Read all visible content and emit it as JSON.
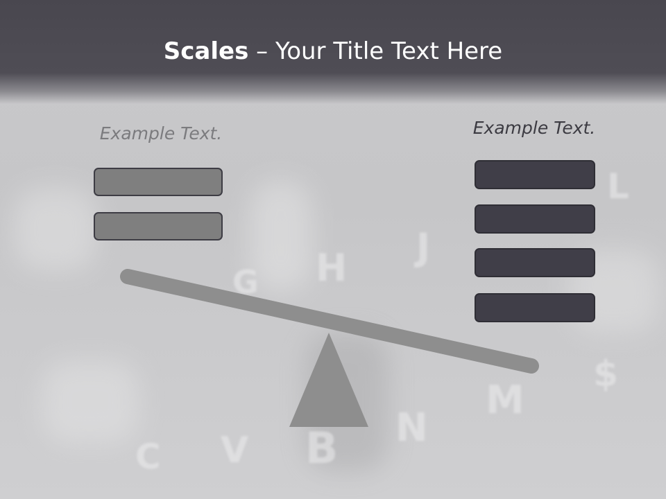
{
  "title": {
    "bold": "Scales",
    "rest": " – Your Title Text Here"
  },
  "left": {
    "label": "Example Text."
  },
  "right": {
    "label": "Example Text."
  },
  "colors": {
    "title_bar": "#4b4951",
    "background": "#c8c8ca",
    "light_box": "#7f7f7f",
    "dark_box": "#403e48",
    "beam": "#8e8e8e",
    "fulcrum": "#8e8e8e"
  }
}
